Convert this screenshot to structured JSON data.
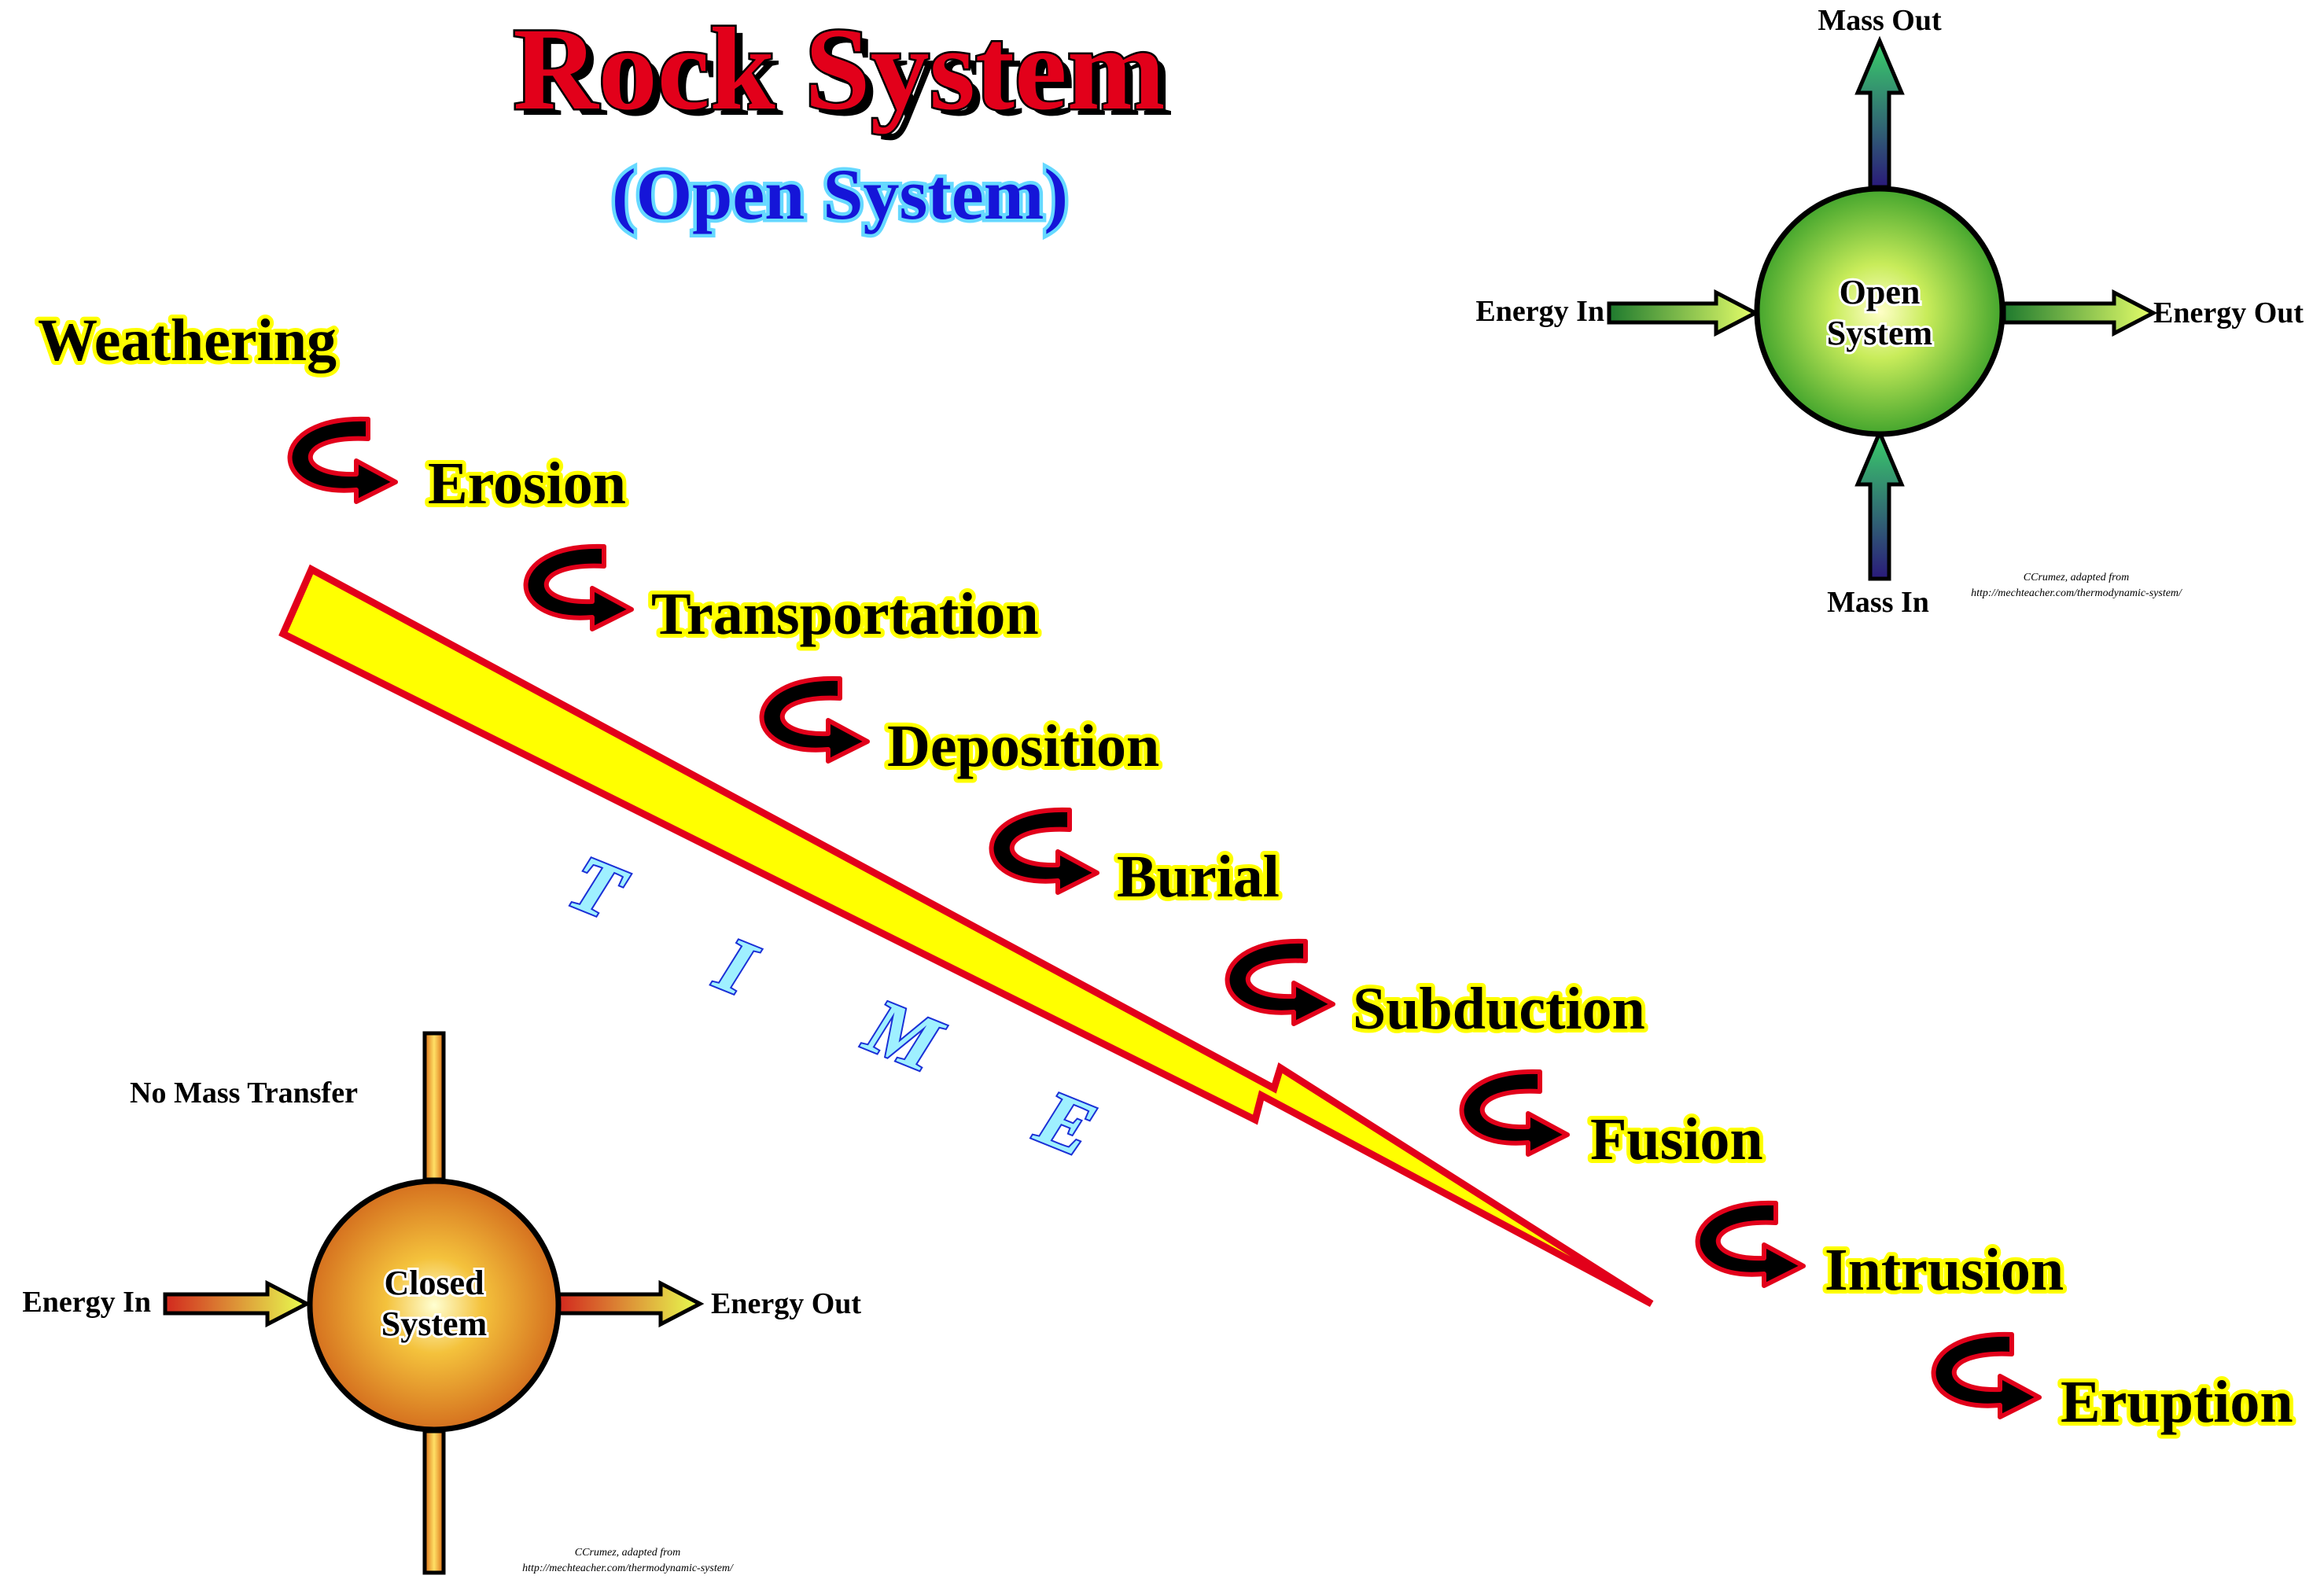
{
  "title": "Rock System",
  "subtitle": "(Open System)",
  "stages": [
    "Weathering",
    "Erosion",
    "Transportation",
    "Deposition",
    "Burial",
    "Subduction",
    "Fusion",
    "Intrusion",
    "Eruption"
  ],
  "time_letters": [
    "T",
    "I",
    "M",
    "E"
  ],
  "open_system": {
    "label": "Open System",
    "label_line1": "Open",
    "label_line2": "System",
    "energy_in": "Energy In",
    "energy_out": "Energy Out",
    "mass_in": "Mass In",
    "mass_out": "Mass Out",
    "credit_line1": "CCrumez, adapted from",
    "credit_line2": "http://mechteacher.com/thermodynamic-system/"
  },
  "closed_system": {
    "label": "Closed System",
    "label_line1": "Closed",
    "label_line2": "System",
    "energy_in": "Energy In",
    "energy_out": "Energy Out",
    "no_mass": "No Mass Transfer",
    "credit_line1": "CCrumez, adapted from",
    "credit_line2": "http://mechteacher.com/thermodynamic-system/"
  },
  "colors": {
    "title": "#e2001a",
    "subtitle": "#1515d8",
    "stage_text": "#000000",
    "stage_glow": "#ffff00",
    "time_arrow_fill": "#ffff00",
    "time_arrow_outline": "#e2001a",
    "open_system_sphere": "#3fae2a",
    "closed_system_sphere": "#e08a1e"
  },
  "icons": {
    "stage_connector": "curved-arrow-icon",
    "time_arrow": "lightning-arrow-icon"
  }
}
